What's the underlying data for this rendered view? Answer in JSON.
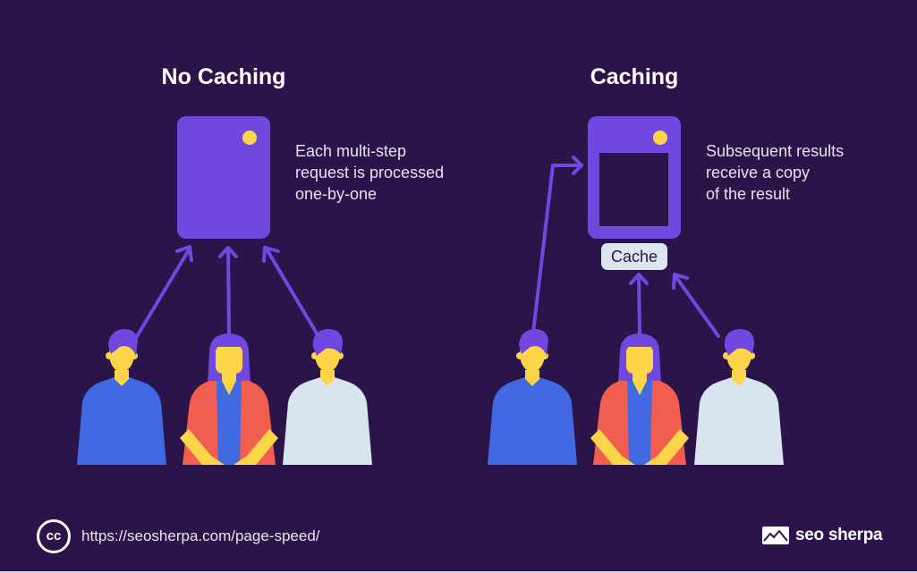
{
  "left_panel": {
    "title": "No Caching",
    "description": [
      "Each multi-step",
      "request is processed",
      "one-by-one"
    ]
  },
  "right_panel": {
    "title": "Caching",
    "description": [
      "Subsequent results",
      "receive a copy",
      "of the result"
    ],
    "cache_label": "Cache"
  },
  "footer": {
    "license_icon": "cc-icon",
    "license_text": "cc",
    "url": "https://seosherpa.com/page-speed/",
    "brand_name": "seo sherpa",
    "brand_icon": "mountain-logo-icon"
  },
  "colors": {
    "background": "#2a1449",
    "server": "#7048e0",
    "indicator": "#fdd54a",
    "arrow": "#7048e0",
    "skin": "#fdd54a",
    "shirt_blue": "#4169e1",
    "jacket_red": "#ef5e4e",
    "shirt_light": "#d8e5ee",
    "hair": "#7048e0"
  }
}
